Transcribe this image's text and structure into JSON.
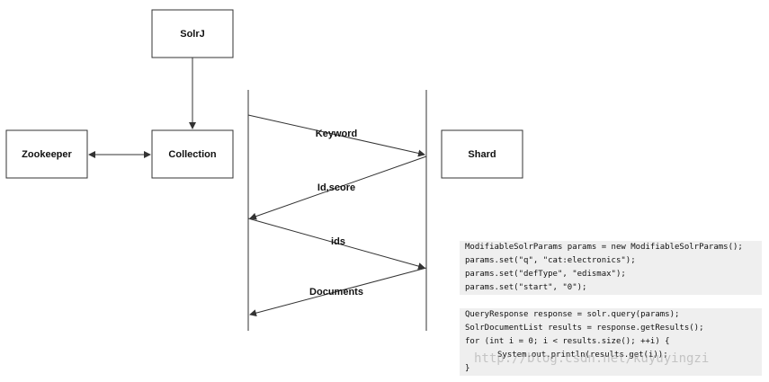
{
  "boxes": {
    "solrj": "SolrJ",
    "zookeeper": "Zookeeper",
    "collection": "Collection",
    "shard": "Shard"
  },
  "messages": {
    "keyword": "Keyword",
    "id_score": "Id,score",
    "ids": "ids",
    "documents": "Documents"
  },
  "code": {
    "lines": [
      "ModifiableSolrParams params = new ModifiableSolrParams();",
      "params.set(\"q\", \"cat:electronics\");",
      "params.set(\"defType\", \"edismax\");",
      "params.set(\"start\", \"0\");",
      "",
      "QueryResponse response = solr.query(params);",
      "SolrDocumentList results = response.getResults();",
      "for (int i = 0; i < results.size(); ++i) {",
      "    System.out.println(results.get(i));",
      "}"
    ]
  },
  "watermark": "http://blog.csdn.net/kuyuyingzi",
  "colors": {
    "stroke": "#333333",
    "text": "#111111",
    "code_shade": "#efefef"
  }
}
